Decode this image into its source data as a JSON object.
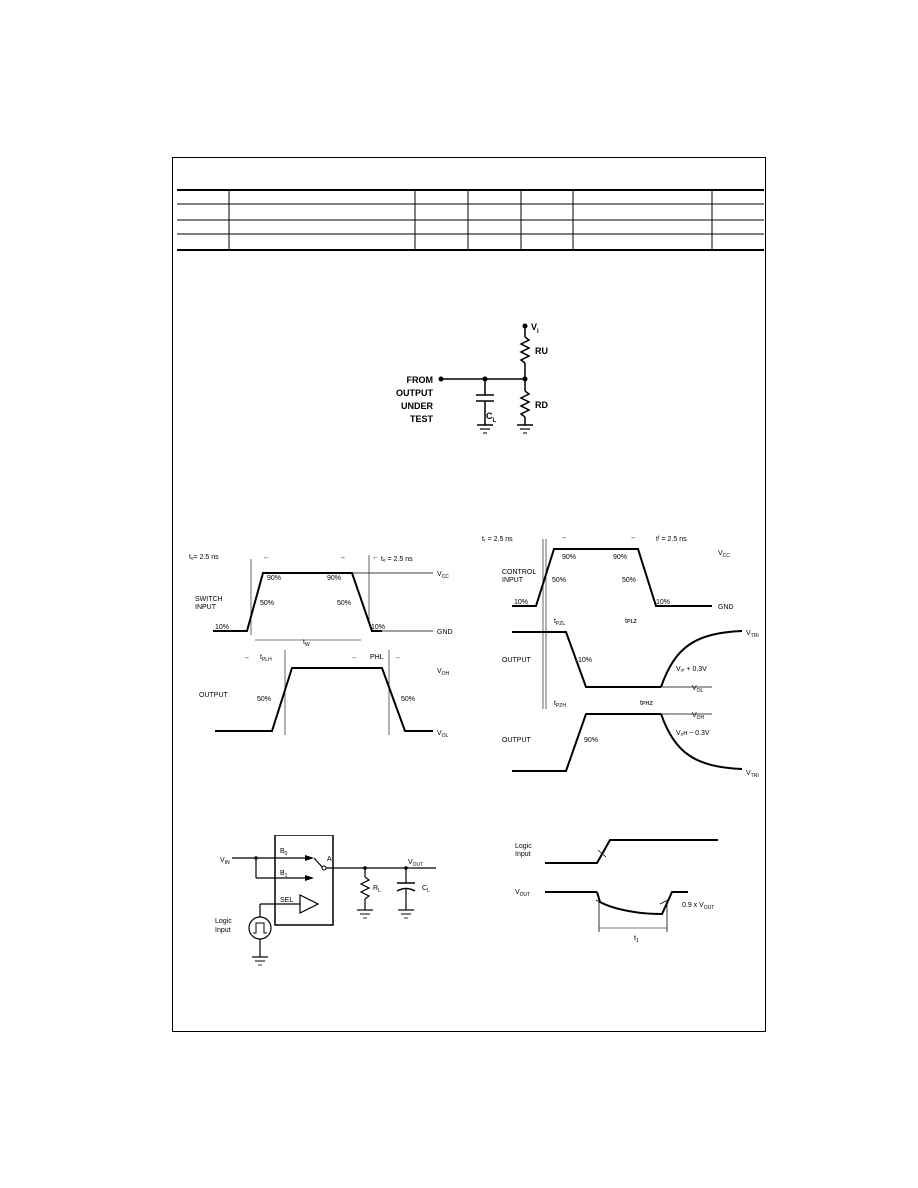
{
  "load_circuit": {
    "supply": "V",
    "supply_sub": "I",
    "pullup": "RU",
    "pulldown": "RD",
    "cap": "C",
    "cap_sub": "L",
    "source_lines": [
      "FROM",
      "OUTPUT",
      "UNDER",
      "TEST"
    ]
  },
  "prop_delay": {
    "tr": "tₑ= 2.5 ns",
    "tf": "tₑ = 2.5 ns",
    "pct90_a": "90%",
    "pct90_b": "90%",
    "pct50_a": "50%",
    "pct50_b": "50%",
    "pct10_a": "10%",
    "pct10_b": "10%",
    "vcc": "V",
    "vcc_sub": "CC",
    "gnd": "GND",
    "input_l1": "SWITCH",
    "input_l2": "INPUT",
    "tw": "t",
    "tw_sub": "W",
    "tplh": "t",
    "tplh_sub": "PLH",
    "tphl": "PHL",
    "voh": "V",
    "voh_sub": "OH",
    "output": "OUTPUT",
    "out50_a": "50%",
    "out50_b": "50%",
    "vol": "V",
    "vol_sub": "OL"
  },
  "enable_timing": {
    "tr": "tᵣ = 2.5 ns",
    "tf": "tᶠ = 2.5 ns",
    "pct90_a": "90%",
    "pct90_b": "90%",
    "vcc": "V",
    "vcc_sub": "CC",
    "ctl_l1": "CONTROL",
    "ctl_l2": "INPUT",
    "pct50_a": "50%",
    "pct50_b": "50%",
    "pct10_a": "10%",
    "pct10_b": "10%",
    "gnd": "GND",
    "tpzl": "t",
    "tpzl_sub": "PZL",
    "tplz": "tᴘʟᴢ",
    "vtri_a": "V",
    "vtri_sub": "TRI",
    "output1": "OUTPUT",
    "out_pct": "10%",
    "vol_plus": "Vₒₗ + 0.3V",
    "vol": "V",
    "vol_sub": "OL",
    "tpzh": "t",
    "tpzh_sub": "PZH",
    "tphz": "tᴘʜᴢ",
    "voh": "V",
    "voh_sub": "OH",
    "output2": "OUTPUT",
    "out_pct2": "90%",
    "voh_minus": "Vₒʜ − 0.3V",
    "vtri_b": "V",
    "vtri_b_sub": "TRI"
  },
  "switch_circuit": {
    "vin": "V",
    "vin_sub": "IN",
    "port_b0": "B",
    "port_b0_sub": "0",
    "port_b1": "B",
    "port_b1_sub": "1",
    "port_a": "A",
    "sel": "SEL",
    "vout": "V",
    "vout_sub": "OUT",
    "rl": "R",
    "rl_sub": "L",
    "cl": "C",
    "cl_sub": "L",
    "logic_l1": "Logic",
    "logic_l2": "Input"
  },
  "glitch_timing": {
    "logic_l1": "Logic",
    "logic_l2": "Input",
    "vout": "V",
    "vout_sub": "OUT",
    "vout_pct": "0.9 x V",
    "vout_pct_sub": "OUT",
    "t1": "t",
    "t1_sub": "1"
  }
}
